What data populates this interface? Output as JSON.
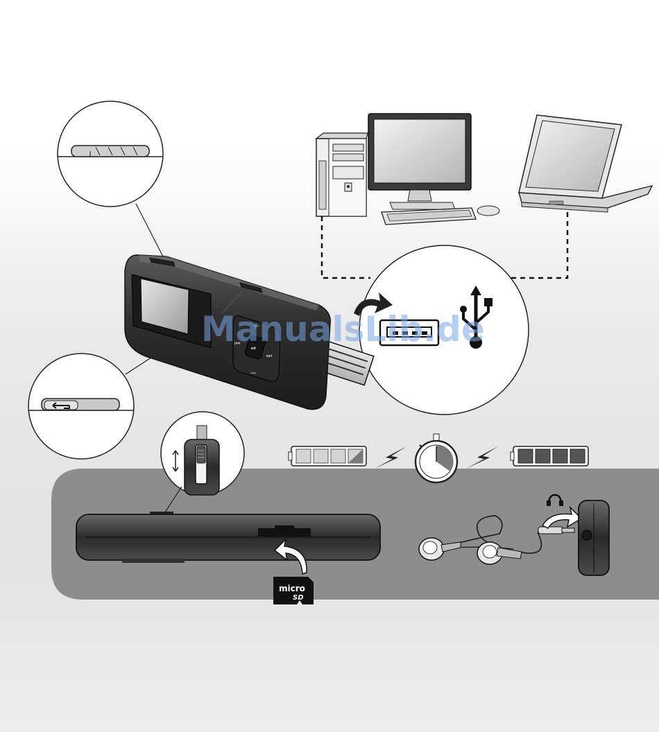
{
  "watermark": "ManualsLib.de",
  "device_labels": {
    "plus": "+",
    "minus": "−",
    "prev": "⏮",
    "play": "⏯",
    "next": "⏭"
  },
  "micro_sd": {
    "line1": "micro",
    "line2": "SD"
  },
  "colors": {
    "panel": "#8c8c8c",
    "device_body": "#3a3a3a",
    "outline": "#1a1a1a"
  },
  "icons": [
    "usb-symbol-icon",
    "headphone-icon",
    "battery-empty-icon",
    "battery-full-icon",
    "stopwatch-icon",
    "lightning-icon"
  ]
}
